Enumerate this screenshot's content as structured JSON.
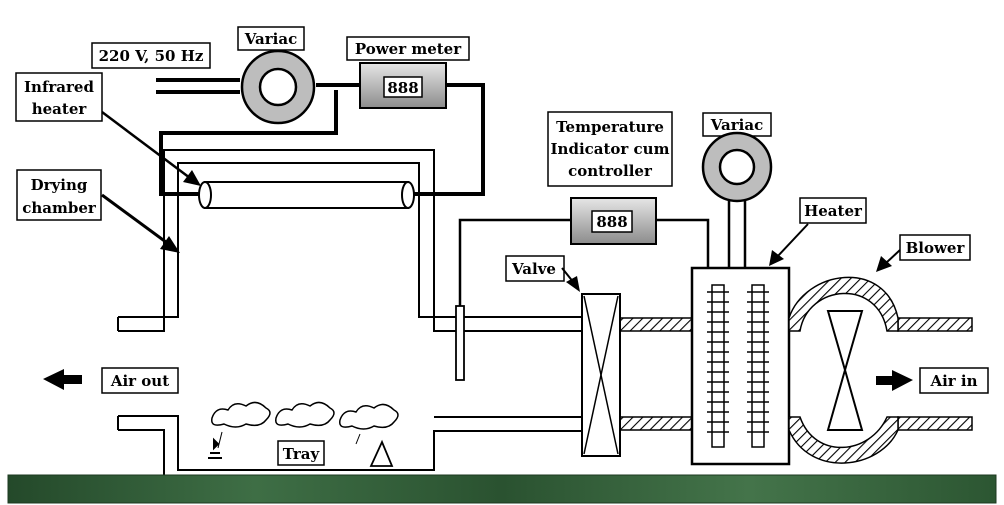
{
  "labels": {
    "supply": "220 V, 50 Hz",
    "variac_top": "Variac",
    "power_meter": "Power meter",
    "infrared_heater_line1": "Infrared",
    "infrared_heater_line2": "heater",
    "drying_chamber_line1": "Drying",
    "drying_chamber_line2": "chamber",
    "temp_line1": "Temperature",
    "temp_line2": "Indicator cum",
    "temp_line3": "controller",
    "variac_right": "Variac",
    "heater": "Heater",
    "blower": "Blower",
    "valve": "Valve",
    "air_out": "Air out",
    "air_in": "Air in",
    "tray": "Tray"
  },
  "displays": {
    "power_meter_reading": "888",
    "temp_controller_reading": "888"
  },
  "colors": {
    "line": "#000000",
    "box_fill": "#ffffff",
    "meter_fill": "#b5b5b5",
    "ground": "#2f5a34"
  }
}
